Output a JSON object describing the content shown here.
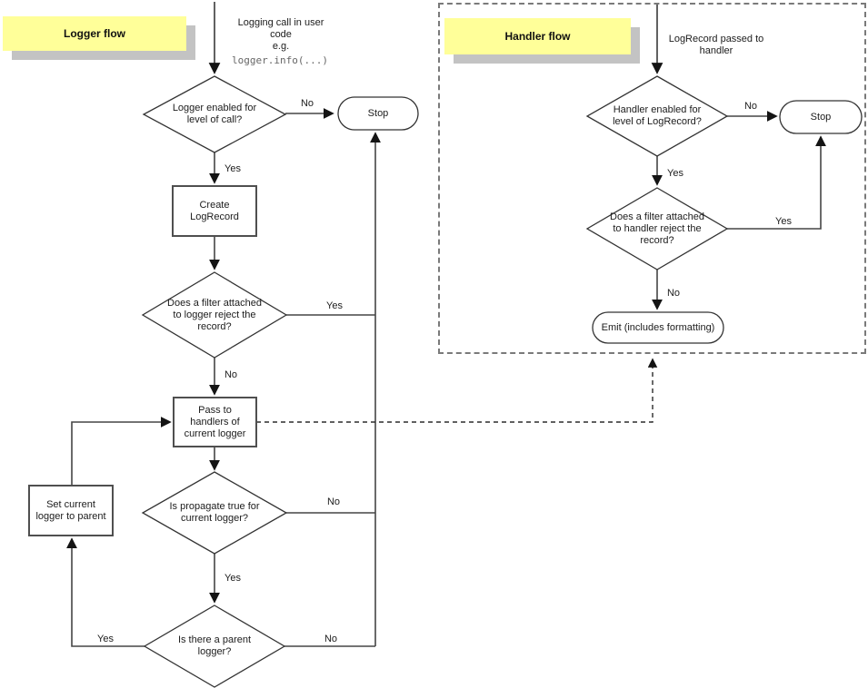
{
  "palette": {
    "label_bg": "#ffff99",
    "label_shadow": "#c3c3c3",
    "line": "#454545",
    "shape_stroke": "#333333",
    "dash_border": "#7a7a7a",
    "text": "#1c1c1c",
    "code_text": "#666666"
  },
  "logger_flow": {
    "section_label": "Logger flow",
    "entry_text": "Logging call in user\ncode\ne.g.",
    "entry_code": "logger.info(...)",
    "nodes": {
      "level_check": "Logger enabled for\nlevel of call?",
      "stop": "Stop",
      "create": "Create\nLogRecord",
      "filter_check": "Does a filter attached\nto logger reject the\nrecord?",
      "pass": "Pass to\nhandlers of\ncurrent logger",
      "propagate_check": "Is propagate true for\ncurrent logger?",
      "parent_check": "Is there a parent\nlogger?",
      "set_parent": "Set current\nlogger to parent"
    },
    "labels": {
      "level_no": "No",
      "level_yes": "Yes",
      "filter_yes": "Yes",
      "filter_no": "No",
      "propagate_no": "No",
      "propagate_yes": "Yes",
      "parent_yes": "Yes",
      "parent_no": "No"
    }
  },
  "handler_flow": {
    "section_label": "Handler flow",
    "entry_text": "LogRecord passed to\nhandler",
    "nodes": {
      "level_check": "Handler enabled for\nlevel of LogRecord?",
      "stop": "Stop",
      "filter_check": "Does a filter attached\nto handler reject the\nrecord?",
      "emit": "Emit (includes formatting)"
    },
    "labels": {
      "level_no": "No",
      "level_yes": "Yes",
      "filter_yes": "Yes",
      "filter_no": "No"
    }
  }
}
